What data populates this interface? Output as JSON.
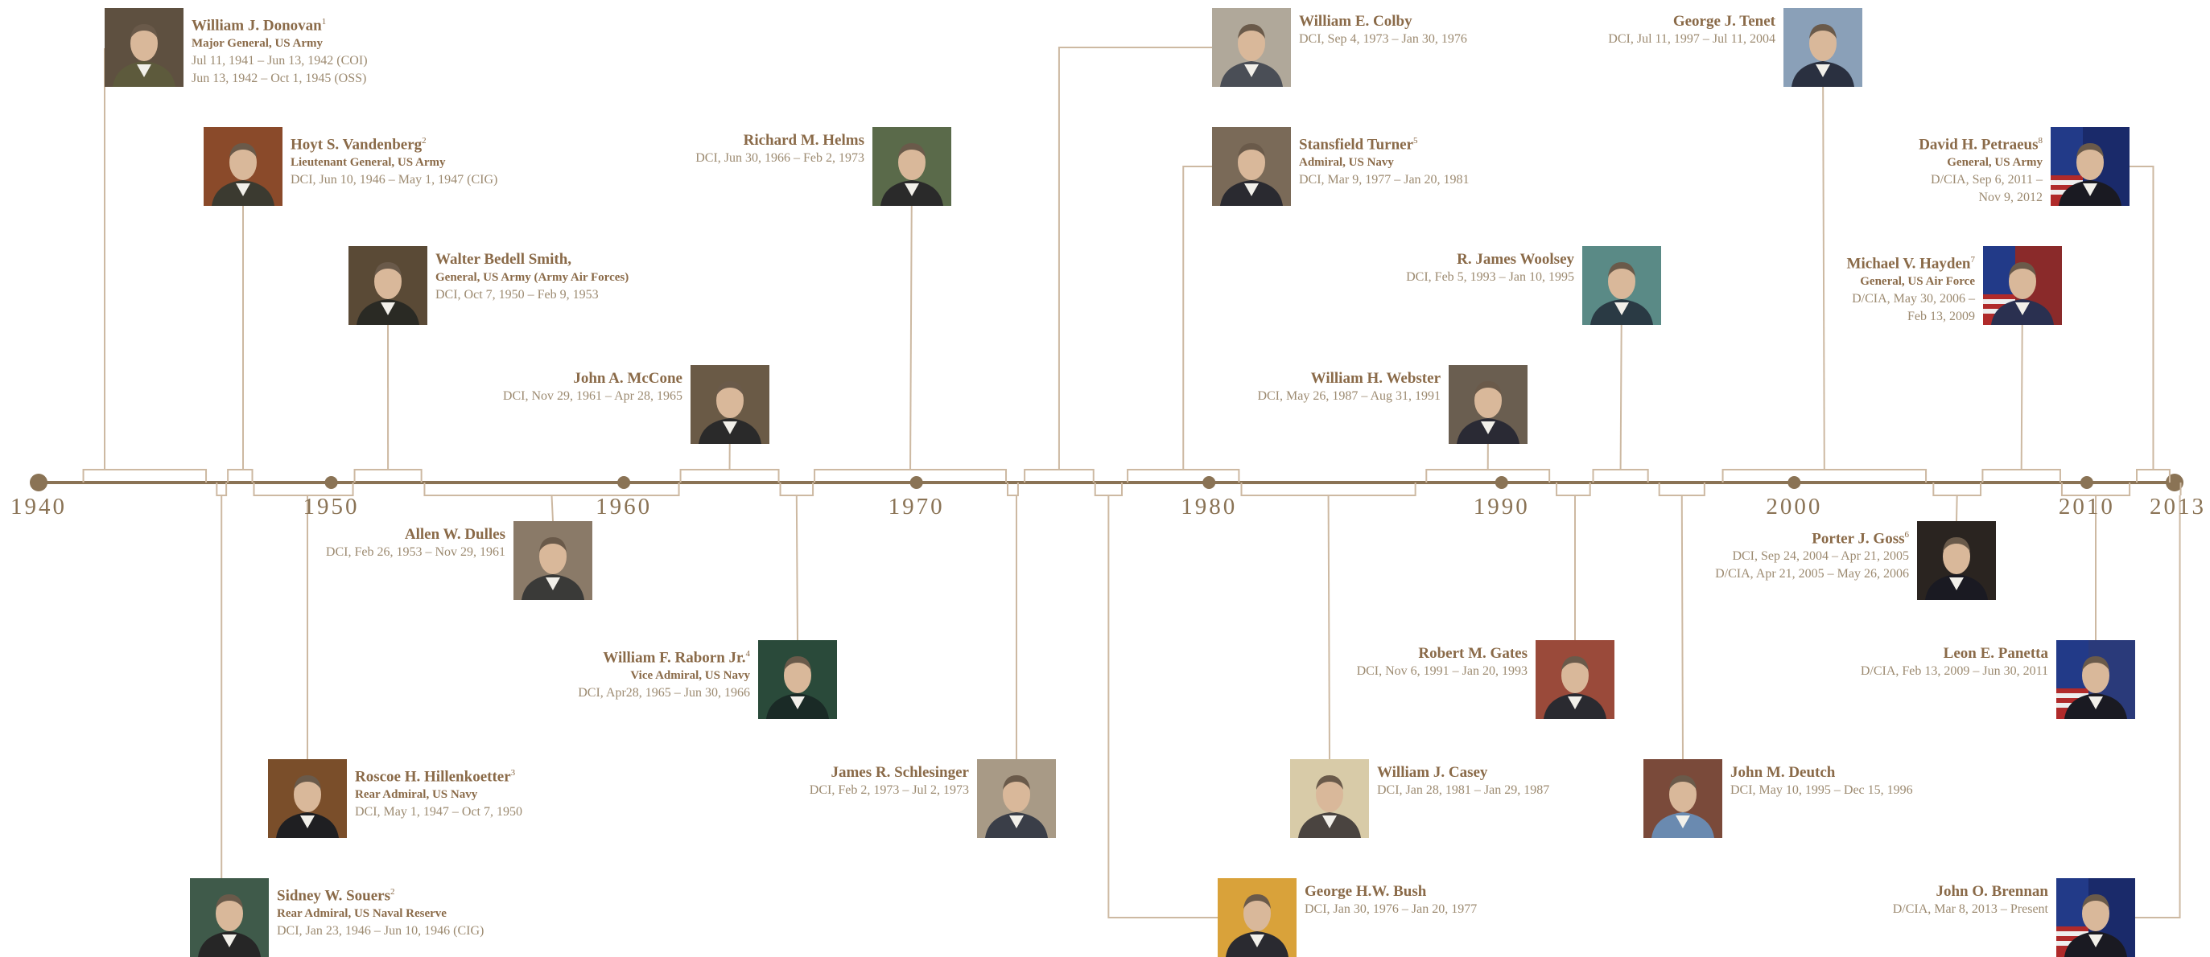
{
  "timeline": {
    "start_year": 1940,
    "end_year": 2013,
    "axis_color": "#8a7355",
    "connector_color": "#cdb9a2",
    "year_labels": [
      "1940",
      "1950",
      "1960",
      "1970",
      "1980",
      "1990",
      "2000",
      "2010",
      "2013"
    ]
  },
  "people": [
    {
      "id": "donovan",
      "name": "William J. Donovan",
      "note": "1",
      "rank": "Major General, US Army",
      "terms": [
        "Jul 11, 1941 – Jun 13, 1942 (COI)",
        "Jun 13, 1942 – Oct 1, 1945 (OSS)"
      ],
      "start": 1941.5,
      "end": 1945.75,
      "photo": "portrait-photo",
      "bg": "#5e5040",
      "coat": "#5d5a3c"
    },
    {
      "id": "souers",
      "name": "Sidney W. Souers",
      "note": "2",
      "rank": "Rear Admiral, US Naval Reserve",
      "terms": [
        "DCI, Jan 23, 1946 – Jun 10, 1946 (CIG)"
      ],
      "start": 1946.06,
      "end": 1946.44,
      "photo": "portrait-photo",
      "bg": "#3f5a4a",
      "coat": "#262626"
    },
    {
      "id": "vandenberg",
      "name": "Hoyt S. Vandenberg",
      "note": "2",
      "rank": "Lieutenant General, US Army",
      "terms": [
        "DCI, Jun 10, 1946 – May 1, 1947 (CIG)"
      ],
      "start": 1946.44,
      "end": 1947.33,
      "photo": "portrait-photo",
      "bg": "#8a4a2a",
      "coat": "#3b3a30"
    },
    {
      "id": "hillenkoetter",
      "name": "Roscoe H. Hillenkoetter",
      "note": "3",
      "rank": "Rear Admiral, US Navy",
      "terms": [
        "DCI, May 1, 1947 – Oct 7, 1950"
      ],
      "start": 1947.33,
      "end": 1950.77,
      "photo": "portrait-photo",
      "bg": "#7a4e2a",
      "coat": "#1f1f22"
    },
    {
      "id": "smith",
      "name": "Walter Bedell Smith,",
      "note": "",
      "rank": "General, US Army (Army Air Forces)",
      "terms": [
        "DCI, Oct 7, 1950 – Feb 9, 1953"
      ],
      "start": 1950.77,
      "end": 1953.11,
      "photo": "portrait-photo",
      "bg": "#5a4a36",
      "coat": "#2a2a24"
    },
    {
      "id": "dulles",
      "name": "Allen W. Dulles",
      "note": "",
      "rank": "",
      "terms": [
        "DCI, Feb 26, 1953 – Nov 29, 1961"
      ],
      "start": 1953.16,
      "end": 1961.91,
      "photo": "portrait-photo",
      "bg": "#8a7a68",
      "coat": "#3a3a38"
    },
    {
      "id": "mccone",
      "name": "John A. McCone",
      "note": "",
      "rank": "",
      "terms": [
        "DCI, Nov 29, 1961 – Apr 28, 1965"
      ],
      "start": 1961.91,
      "end": 1965.32,
      "photo": "portrait-photo",
      "bg": "#6a5a46",
      "coat": "#2a2a2a"
    },
    {
      "id": "raborn",
      "name": "William F. Raborn Jr.",
      "note": "4",
      "rank": "Vice Admiral, US Navy",
      "terms": [
        "DCI, Apr28, 1965 – Jun 30, 1966"
      ],
      "start": 1965.32,
      "end": 1966.49,
      "photo": "portrait-photo",
      "bg": "#2a4a3a",
      "coat": "#1a2a26"
    },
    {
      "id": "helms",
      "name": "Richard M. Helms",
      "note": "",
      "rank": "",
      "terms": [
        "DCI, Jun 30, 1966 – Feb 2, 1973"
      ],
      "start": 1966.49,
      "end": 1973.09,
      "photo": "portrait-photo",
      "bg": "#5a6a4a",
      "coat": "#2a2a2a"
    },
    {
      "id": "schlesinger",
      "name": "James R. Schlesinger",
      "note": "",
      "rank": "",
      "terms": [
        "DCI, Feb 2, 1973 – Jul 2, 1973"
      ],
      "start": 1973.09,
      "end": 1973.5,
      "photo": "portrait-photo",
      "bg": "#a89a86",
      "coat": "#3a3e48"
    },
    {
      "id": "colby",
      "name": "William E. Colby",
      "note": "",
      "rank": "",
      "terms": [
        "DCI, Sep 4, 1973 – Jan 30, 1976"
      ],
      "start": 1973.67,
      "end": 1976.08,
      "photo": "portrait-photo",
      "bg": "#b0a89a",
      "coat": "#4a4e56"
    },
    {
      "id": "bush",
      "name": "George H.W. Bush",
      "note": "",
      "rank": "",
      "terms": [
        "DCI, Jan 30, 1976 – Jan 20, 1977"
      ],
      "start": 1976.08,
      "end": 1977.05,
      "photo": "portrait-photo",
      "bg": "#d9a23a",
      "coat": "#2a2a30"
    },
    {
      "id": "turner",
      "name": "Stansfield Turner",
      "note": "5",
      "rank": "Admiral, US Navy",
      "terms": [
        "DCI, Mar 9, 1977 – Jan 20, 1981"
      ],
      "start": 1977.19,
      "end": 1981.05,
      "photo": "portrait-photo",
      "bg": "#7a6a58",
      "coat": "#2a2a30"
    },
    {
      "id": "casey",
      "name": "William J. Casey",
      "note": "",
      "rank": "",
      "terms": [
        "DCI, Jan 28, 1981 – Jan 29, 1987"
      ],
      "start": 1981.08,
      "end": 1987.08,
      "photo": "portrait-photo",
      "bg": "#d8cba8",
      "coat": "#4a4440"
    },
    {
      "id": "webster",
      "name": "William H. Webster",
      "note": "",
      "rank": "",
      "terms": [
        "DCI, May 26, 1987 – Aug 31, 1991"
      ],
      "start": 1987.4,
      "end": 1991.66,
      "photo": "portrait-photo",
      "bg": "#6a5e50",
      "coat": "#2a2a34"
    },
    {
      "id": "gates",
      "name": "Robert M. Gates",
      "note": "",
      "rank": "",
      "terms": [
        "DCI, Nov 6, 1991 – Jan 20, 1993"
      ],
      "start": 1991.85,
      "end": 1993.05,
      "photo": "portrait-photo",
      "bg": "#9a4a3a",
      "coat": "#2a2a30"
    },
    {
      "id": "woolsey",
      "name": "R. James Woolsey",
      "note": "",
      "rank": "",
      "terms": [
        "DCI, Feb 5, 1993 – Jan 10, 1995"
      ],
      "start": 1993.1,
      "end": 1995.03,
      "photo": "portrait-photo",
      "bg": "#5a8a86",
      "coat": "#2a3a44"
    },
    {
      "id": "deutch",
      "name": "John M. Deutch",
      "note": "",
      "rank": "",
      "terms": [
        "DCI, May 10, 1995 – Dec 15, 1996"
      ],
      "start": 1995.36,
      "end": 1996.96,
      "photo": "portrait-photo",
      "bg": "#7a4a3a",
      "coat": "#6a8ab0"
    },
    {
      "id": "tenet",
      "name": "George J. Tenet",
      "note": "",
      "rank": "",
      "terms": [
        "DCI, Jul 11, 1997 – Jul 11, 2004"
      ],
      "start": 1997.53,
      "end": 2004.53,
      "photo": "portrait-photo",
      "bg": "#8aa0b8",
      "coat": "#2a3040"
    },
    {
      "id": "goss",
      "name": "Porter J. Goss",
      "note": "6",
      "rank": "",
      "terms": [
        "DCI, Sep 24, 2004 – Apr 21, 2005",
        "D/CIA, Apr 21, 2005 – May 26, 2006"
      ],
      "start": 2004.73,
      "end": 2006.4,
      "photo": "portrait-photo",
      "bg": "#2a2420",
      "coat": "#1a1a22"
    },
    {
      "id": "hayden",
      "name": "Michael V. Hayden",
      "note": "7",
      "rank": "General, US Air Force",
      "terms": [
        "D/CIA, May 30, 2006 –",
        "Feb 13, 2009"
      ],
      "start": 2006.41,
      "end": 2009.12,
      "photo": "portrait-photo-flag",
      "bg": "#8a2a2a",
      "coat": "#2a3050"
    },
    {
      "id": "panetta",
      "name": "Leon E. Panetta",
      "note": "",
      "rank": "",
      "terms": [
        "D/CIA, Feb 13, 2009 – Jun 30, 2011"
      ],
      "start": 2009.12,
      "end": 2011.49,
      "photo": "portrait-photo-flag",
      "bg": "#2a3a7a",
      "coat": "#1a1a22"
    },
    {
      "id": "petraeus",
      "name": "David H. Petraeus",
      "note": "8",
      "rank": "General, US Army",
      "terms": [
        "D/CIA, Sep 6, 2011 –",
        "Nov 9, 2012"
      ],
      "start": 2011.68,
      "end": 2012.86,
      "photo": "portrait-photo-flag",
      "bg": "#1a2a6a",
      "coat": "#1a1a22"
    },
    {
      "id": "brennan",
      "name": "John O. Brennan",
      "note": "",
      "rank": "",
      "terms": [
        "D/CIA, Mar 8, 2013 – Present"
      ],
      "start": 2013.18,
      "end": 2013.18,
      "photo": "portrait-photo-flag",
      "bg": "#1a2a6a",
      "coat": "#1a1a22"
    }
  ]
}
